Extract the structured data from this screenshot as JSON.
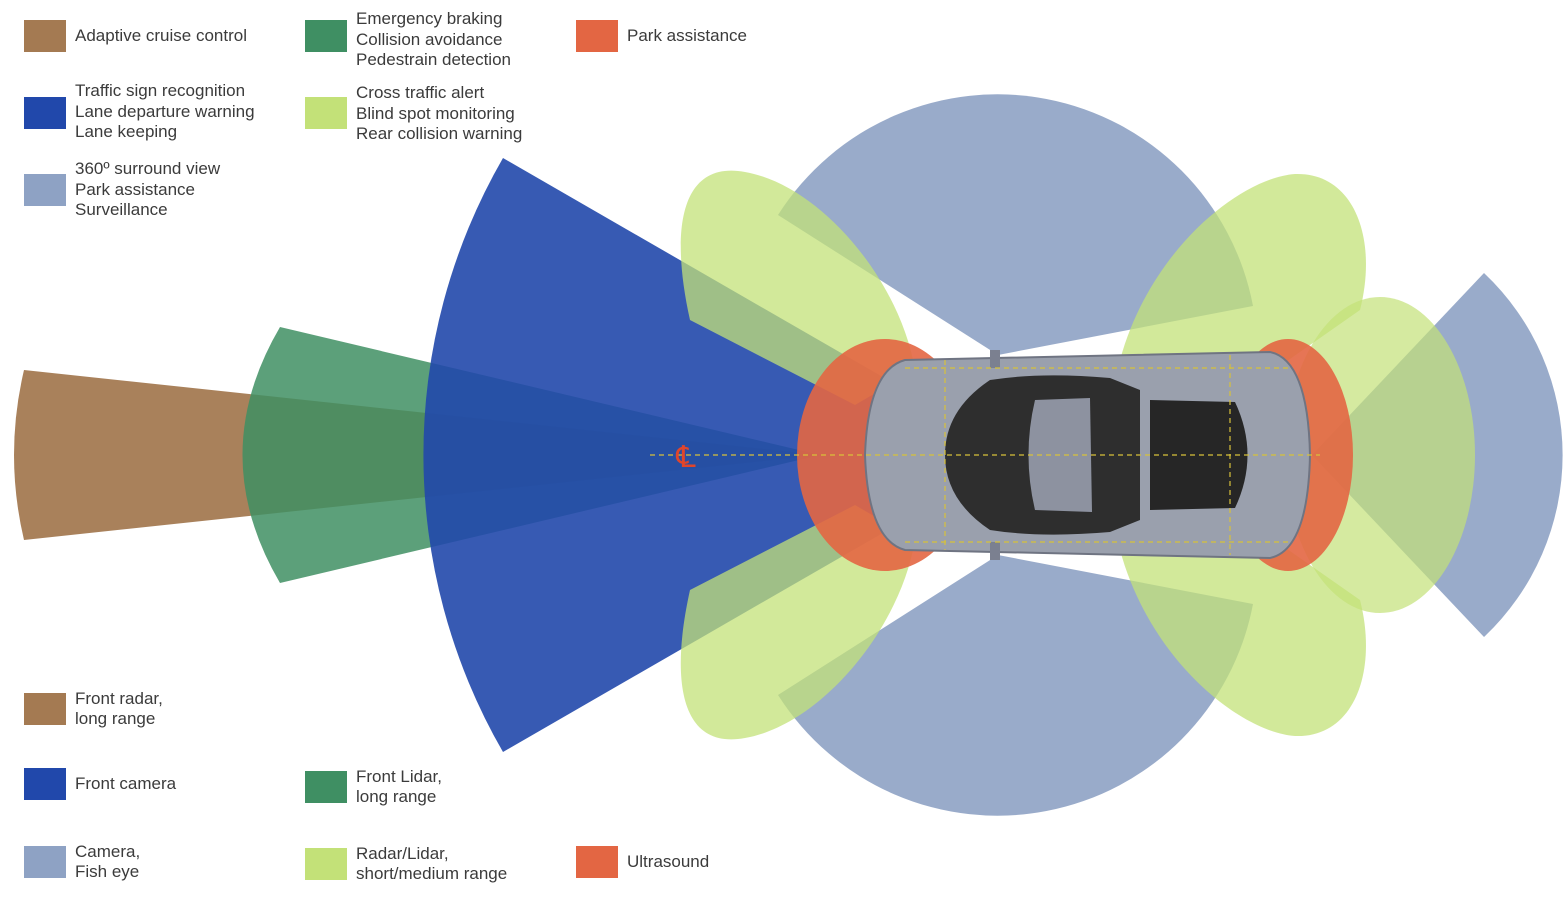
{
  "colors": {
    "radar_long": "#a47a52",
    "front_camera": "#2148ab",
    "fisheye": "#8ea2c4",
    "lidar": "#3f8f63",
    "short_medium": "#c3e178",
    "ultrasound": "#e36643"
  },
  "top_legend": [
    {
      "color_key": "radar_long",
      "lines": [
        "Adaptive cruise control"
      ]
    },
    {
      "color_key": "front_camera",
      "lines": [
        "Traffic sign recognition",
        "Lane departure warning",
        "Lane keeping"
      ]
    },
    {
      "color_key": "fisheye",
      "lines": [
        "360º surround view",
        "Park assistance",
        "Surveillance"
      ]
    },
    {
      "color_key": "lidar",
      "lines": [
        "Emergency braking",
        "Collision avoidance",
        "Pedestrain detection"
      ]
    },
    {
      "color_key": "short_medium",
      "lines": [
        "Cross traffic alert",
        "Blind spot monitoring",
        "Rear collision warning"
      ]
    },
    {
      "color_key": "ultrasound",
      "lines": [
        "Park assistance"
      ]
    }
  ],
  "bottom_legend": [
    {
      "color_key": "radar_long",
      "lines": [
        "Front radar,",
        "long range"
      ]
    },
    {
      "color_key": "front_camera",
      "lines": [
        "Front camera"
      ]
    },
    {
      "color_key": "fisheye",
      "lines": [
        "Camera,",
        "Fish eye"
      ]
    },
    {
      "color_key": "lidar",
      "lines": [
        "Front Lidar,",
        "long range"
      ]
    },
    {
      "color_key": "short_medium",
      "lines": [
        "Radar/Lidar,",
        "short/medium range"
      ]
    },
    {
      "color_key": "ultrasound",
      "lines": [
        "Ultrasound"
      ]
    }
  ],
  "centerline_symbol": "℄",
  "icons": {
    "car": "car-top-view-icon",
    "centerline": "centerline-icon"
  }
}
